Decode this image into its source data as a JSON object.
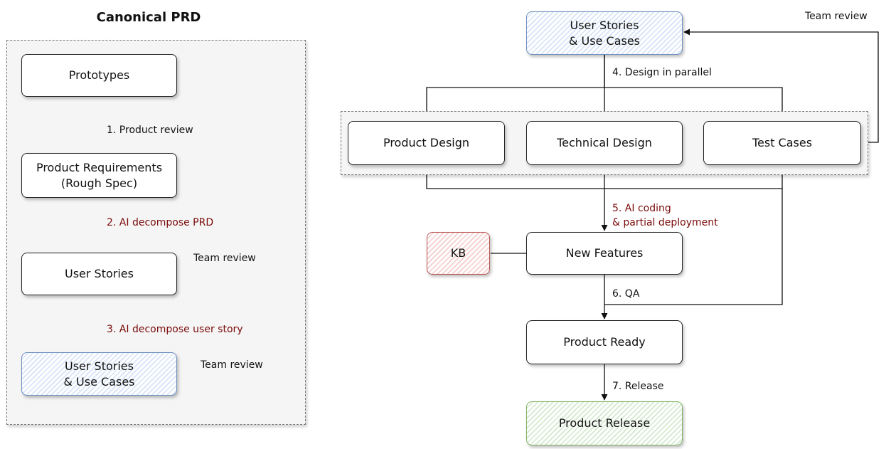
{
  "left": {
    "title": "Canonical PRD",
    "nodes": {
      "prototypes": "Prototypes",
      "product_requirements": "Product Requirements\n(Rough Spec)",
      "user_stories": "User Stories",
      "user_stories_use_cases": "User Stories\n& Use Cases"
    },
    "edges": {
      "product_review": "1. Product review",
      "ai_decompose_prd": "2. AI decompose PRD",
      "team_review_1": "Team review",
      "ai_decompose_story": "3. AI decompose user story",
      "team_review_2": "Team review"
    }
  },
  "right": {
    "nodes": {
      "user_stories_use_cases": "User Stories\n& Use Cases",
      "product_design": "Product Design",
      "technical_design": "Technical Design",
      "test_cases": "Test Cases",
      "kb": "KB",
      "new_features": "New Features",
      "product_ready": "Product Ready",
      "product_release": "Product Release"
    },
    "edges": {
      "team_review": "Team review",
      "design_parallel": "4. Design in parallel",
      "ai_coding": "5. AI coding\n& partial deployment",
      "qa": "6. QA",
      "release": "7. Release"
    }
  },
  "colors": {
    "blue_stroke": "#6c8ebf",
    "red_stroke": "#b85450",
    "green_stroke": "#82b366",
    "ai_label": "#7a0a0a"
  }
}
